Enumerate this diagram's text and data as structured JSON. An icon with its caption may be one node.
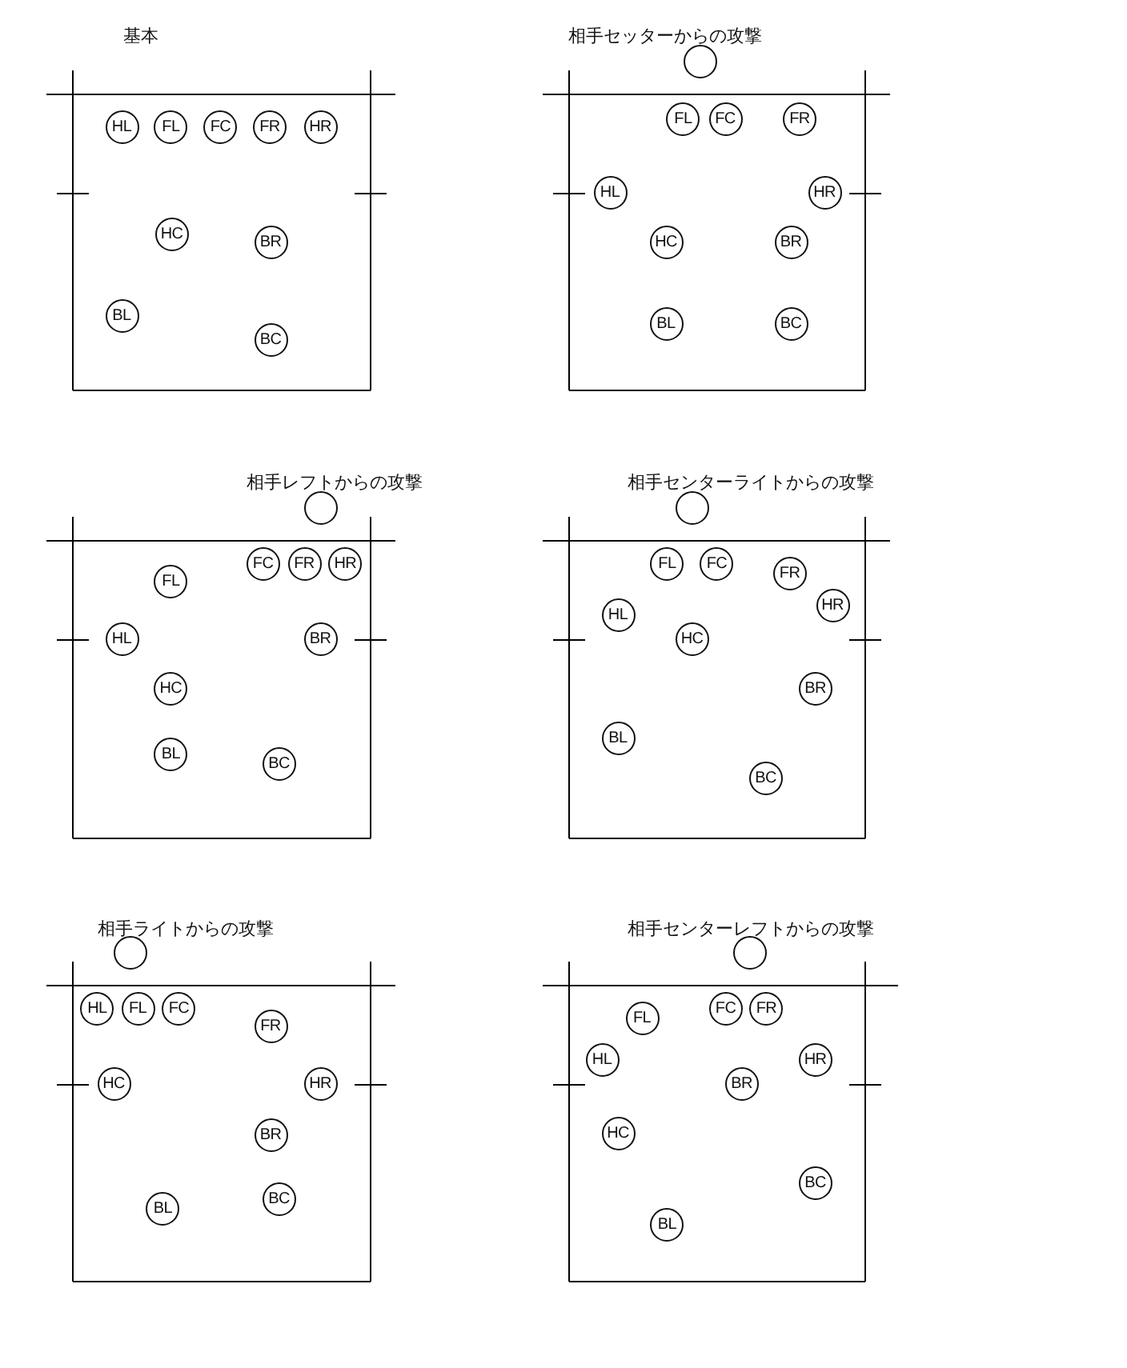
{
  "diagram": {
    "nodes": [
      {
        "text": [
          "基本"
        ]
      },
      {
        "text": [
          "HL"
        ],
        "in": 0
      },
      {
        "text": [
          "FL"
        ],
        "in": 0
      },
      {
        "text": [
          "FC"
        ],
        "in": 0
      },
      {
        "text": [
          "FR"
        ],
        "in": 0
      },
      {
        "text": [
          "HR"
        ],
        "in": 0
      },
      {
        "text": [
          "HC"
        ],
        "in": 0
      },
      {
        "text": [
          "BR"
        ],
        "in": 0
      },
      {
        "text": [
          "BL"
        ],
        "in": 0
      },
      {
        "text": [
          "BC"
        ],
        "in": 0
      },
      {
        "text": [
          "相手セッターからの攻撃"
        ]
      },
      {
        "text": [],
        "shape": "circle",
        "in": 10
      },
      {
        "text": [
          "FL"
        ],
        "in": 10
      },
      {
        "text": [
          "FC"
        ],
        "in": 10
      },
      {
        "text": [
          "FR"
        ],
        "in": 10
      },
      {
        "text": [
          "HL"
        ],
        "in": 10
      },
      {
        "text": [
          "HR"
        ],
        "in": 10
      },
      {
        "text": [
          "HC"
        ],
        "in": 10
      },
      {
        "text": [
          "BR"
        ],
        "in": 10
      },
      {
        "text": [
          "BL"
        ],
        "in": 10
      },
      {
        "text": [
          "BC"
        ],
        "in": 10
      },
      {
        "text": [
          "相手レフトからの攻撃"
        ]
      },
      {
        "text": [],
        "shape": "circle",
        "in": 21
      },
      {
        "text": [
          "FC"
        ],
        "in": 21
      },
      {
        "text": [
          "FR"
        ],
        "in": 21
      },
      {
        "text": [
          "HR"
        ],
        "in": 21
      },
      {
        "text": [
          "FL"
        ],
        "in": 21
      },
      {
        "text": [
          "HL"
        ],
        "in": 21
      },
      {
        "text": [
          "BR"
        ],
        "in": 21
      },
      {
        "text": [
          "HC"
        ],
        "in": 21
      },
      {
        "text": [
          "BL"
        ],
        "in": 21
      },
      {
        "text": [
          "BC"
        ],
        "in": 21
      },
      {
        "text": [
          "相手センターライトからの攻撃"
        ]
      },
      {
        "text": [],
        "shape": "circle",
        "in": 32
      },
      {
        "text": [
          "FL"
        ],
        "in": 32
      },
      {
        "text": [
          "FC"
        ],
        "in": 32
      },
      {
        "text": [
          "FR"
        ],
        "in": 32
      },
      {
        "text": [
          "HR"
        ],
        "in": 32
      },
      {
        "text": [
          "HL"
        ],
        "in": 32
      },
      {
        "text": [
          "HC"
        ],
        "in": 32
      },
      {
        "text": [
          "BR"
        ],
        "in": 32
      },
      {
        "text": [
          "BL"
        ],
        "in": 32
      },
      {
        "text": [
          "BC"
        ],
        "in": 32
      },
      {
        "text": [
          "相手ライトからの攻撃"
        ]
      },
      {
        "text": [],
        "shape": "circle",
        "in": 43
      },
      {
        "text": [
          "HL"
        ],
        "in": 43
      },
      {
        "text": [
          "FL"
        ],
        "in": 43
      },
      {
        "text": [
          "FC"
        ],
        "in": 43
      },
      {
        "text": [
          "FR"
        ],
        "in": 43
      },
      {
        "text": [
          "HC"
        ],
        "in": 43
      },
      {
        "text": [
          "HR"
        ],
        "in": 43
      },
      {
        "text": [
          "BR"
        ],
        "in": 43
      },
      {
        "text": [
          "BC"
        ],
        "in": 43
      },
      {
        "text": [
          "BL"
        ],
        "in": 43
      },
      {
        "text": [
          "相手センターレフトからの攻撃"
        ]
      },
      {
        "text": [],
        "shape": "circle",
        "in": 54
      },
      {
        "text": [
          "FC"
        ],
        "in": 54
      },
      {
        "text": [
          "FR"
        ],
        "in": 54
      },
      {
        "text": [
          "FL"
        ],
        "in": 54
      },
      {
        "text": [
          "HL"
        ],
        "in": 54
      },
      {
        "text": [
          "HR"
        ],
        "in": 54
      },
      {
        "text": [
          "BR"
        ],
        "in": 54
      },
      {
        "text": [
          "HC"
        ],
        "in": 54
      },
      {
        "text": [
          "BC"
        ],
        "in": 54
      },
      {
        "text": [
          "BL"
        ],
        "in": 54
      }
    ]
  }
}
